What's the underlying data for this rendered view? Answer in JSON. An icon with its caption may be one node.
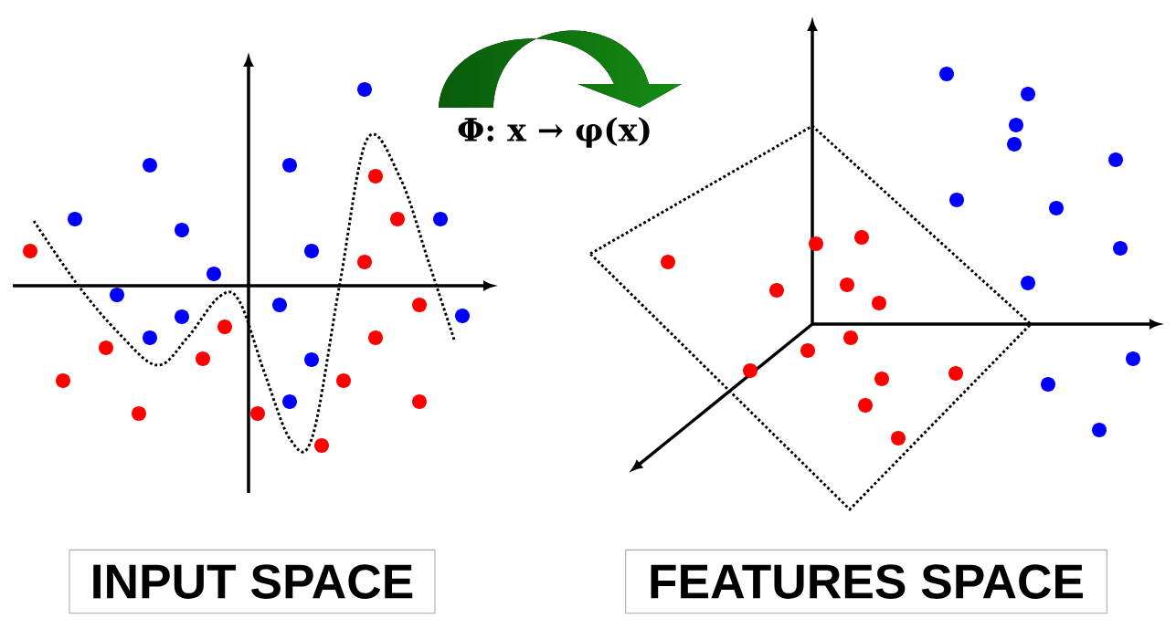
{
  "diagram": {
    "nodes": [
      {
        "text": [
          "INPUT SPACE"
        ]
      },
      {
        "text": [
          "FEATURES SPACE"
        ]
      }
    ],
    "labels": [
      "Φ:  x → φ(x)"
    ]
  }
}
